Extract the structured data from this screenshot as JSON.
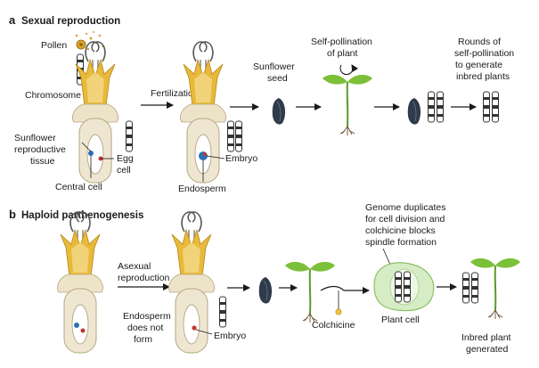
{
  "panel_a": {
    "letter": "a",
    "title": "Sexual reproduction",
    "pollen": "Pollen",
    "chromosome": "Chromosome",
    "tissue": [
      "Sunflower",
      "reproductive",
      "tissue"
    ],
    "egg_cell": [
      "Egg",
      "cell"
    ],
    "central_cell": "Central cell",
    "fertilization": "Fertilization",
    "embryo": "Embryo",
    "endosperm": "Endosperm",
    "sunflower_seed": [
      "Sunflower",
      "seed"
    ],
    "self_pollination": [
      "Self-pollination",
      "of plant"
    ],
    "rounds": [
      "Rounds of",
      "self-pollination",
      "to generate",
      "inbred plants"
    ]
  },
  "panel_b": {
    "letter": "b",
    "title": "Haploid parthenogenesis",
    "asexual": [
      "Asexual",
      "reproduction"
    ],
    "endosperm_not": [
      "Endosperm",
      "does not",
      "form"
    ],
    "embryo": "Embryo",
    "colchicine": "Colchicine",
    "genome_dup": [
      "Genome duplicates",
      "for cell division and",
      "colchicine blocks",
      "spindle formation"
    ],
    "plant_cell": "Plant cell",
    "inbred": [
      "Inbred plant",
      "generated"
    ]
  },
  "colors": {
    "petal": "#e8b93a",
    "petal_light": "#f3d98a",
    "ovary": "#efe6d2",
    "seed": "#2f3a4a",
    "leaf": "#7cc03a",
    "stem": "#5a9a2a",
    "egg": "#c0392b",
    "central": "#2e6fb5",
    "pollen": "#d9a227",
    "cell": "#d6ecc4"
  }
}
